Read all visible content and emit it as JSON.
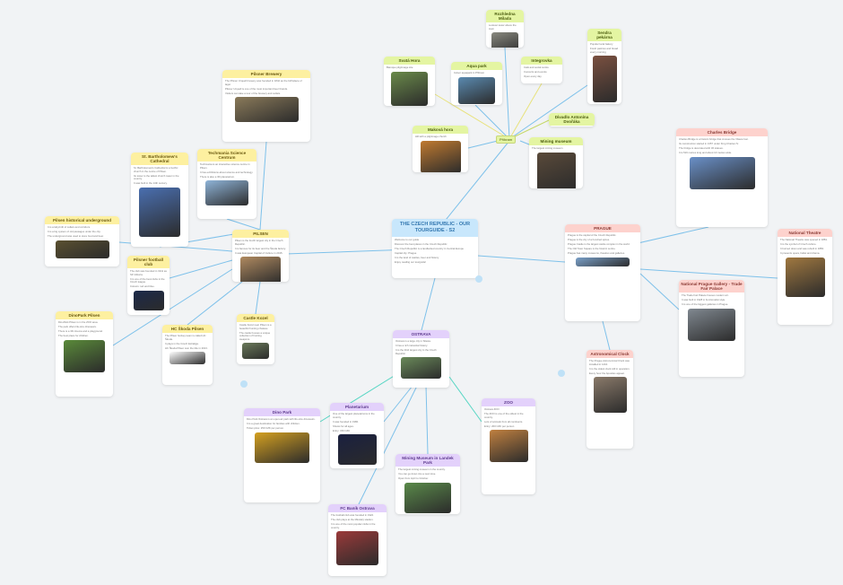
{
  "center": {
    "title": "THE CZECH REPUBLIC - OUR TOURGUIDE - S2",
    "lines": [
      "Welcome to our guide",
      "Discover the best places in the Czech Republic",
      "The Czech Republic is a landlocked country in Central Europe",
      "Capital city: Prague",
      "It is the land of castles, beer and history",
      "Enjoy reading our tourguide!"
    ]
  },
  "hub_pribram": {
    "label": "Příbram"
  },
  "cards": [
    {
      "id": "pilsen-brewery",
      "theme": "yellow",
      "title": "Pilsner Brewery",
      "lines": [
        "The Pilsner Urquell brewery was founded in 1842 as the birthplace of lager.",
        "Pilsner Urquell is one of the most important beer brands.",
        "Visitors can take a tour of the brewery and cellars."
      ],
      "img": "#8a7a5a"
    },
    {
      "id": "st-bartholomew",
      "theme": "yellow",
      "title": "St. Bartholomew's Cathedral",
      "lines": [
        "St. Bartholomew's Cathedral is a Gothic church in the centre of Pilsen.",
        "Its tower is the tallest church tower in the country.",
        "It was built in the 14th century."
      ],
      "img": "#4a6fb0"
    },
    {
      "id": "techmania",
      "theme": "yellow",
      "title": "Techmania Science Centrum",
      "lines": [
        "Techmania is an interactive science centre in Pilsen.",
        "It has exhibitions about science and technology.",
        "There is also a 3D planetarium."
      ],
      "img": "#8fb4d8"
    },
    {
      "id": "pilsen-underground",
      "theme": "yellow",
      "title": "Pilsen historical underground",
      "lines": [
        "It is a labyrinth of cellars and corridors.",
        "It is a big system of old passages under the city.",
        "The underground was used to store food and beer."
      ],
      "img": "#5a5030"
    },
    {
      "id": "pilsen-football",
      "theme": "yellow",
      "title": "Pilsner football club",
      "lines": [
        "The club was founded in 1911 as SK Viktoria.",
        "It is one of the best clubs in the Czech league.",
        "Colours: red and blue."
      ],
      "img": "#1c2a4a"
    },
    {
      "id": "pilsen",
      "theme": "yellow",
      "title": "PILSEN",
      "lines": [
        "Pilsen is the fourth largest city in the Czech Republic.",
        "It is famous for its beer and the Škoda factory.",
        "It was European Capital of Culture in 2015."
      ],
      "img": "#b08a60"
    },
    {
      "id": "castle-kozel",
      "theme": "yellow",
      "title": "Castle Kozel",
      "lines": [
        "Castle Kozel near Pilsen is a beautiful hunting chateau.",
        "The castle houses a unique collection of hunting weapons."
      ],
      "img": "#6a7a5a"
    },
    {
      "id": "hc-skoda",
      "theme": "yellow",
      "title": "HC Škoda Pilsen",
      "lines": [
        "The Pilsen hockey team is called HC Škoda.",
        "It plays in the Czech Extraliga.",
        "HC Škoda Pilsen won the title in 2013."
      ],
      "img": "#ffffff"
    },
    {
      "id": "dinopark-pilsen",
      "theme": "yellow",
      "title": "DinoPark Pilsen",
      "lines": [
        "DinoPark Pilsen is in the ZOO area.",
        "The park offers life-size dinosaurs.",
        "There is a 3D cinema and a playground.",
        "The best place for children."
      ],
      "img": "#5a8a3a"
    },
    {
      "id": "rozhledna",
      "theme": "green",
      "title": "Rozhledna Milada",
      "lines": [
        "Lookout tower above the town"
      ],
      "img": "#8a8a80"
    },
    {
      "id": "svata-hora",
      "theme": "green",
      "title": "Svatá Hora",
      "lines": [
        "Baroque pilgrimage site"
      ],
      "img": "#6a8a4a"
    },
    {
      "id": "aqua-park",
      "theme": "green",
      "title": "Aqua park",
      "lines": [
        "Indoor aquapark in Příbram"
      ],
      "img": "#5a8ab0"
    },
    {
      "id": "integrovka",
      "theme": "green",
      "title": "Integrovka",
      "lines": [
        "Café and social centre",
        "Concerts and events",
        "Open every day"
      ],
      "img": ""
    },
    {
      "id": "sendra",
      "theme": "green",
      "title": "Sendra pekárna",
      "lines": [
        "Popular local bakery",
        "Fresh pastries and bread every morning"
      ],
      "img": "#7a5040"
    },
    {
      "id": "divadlo",
      "theme": "green",
      "title": "Divadlo Antonína Dvořáka",
      "lines": [
        "Theatre in Příbram"
      ],
      "img": ""
    },
    {
      "id": "makova-hora",
      "theme": "green",
      "title": "Maková hora",
      "lines": [
        "Hill with a pilgrimage church"
      ],
      "img": "#c07a30"
    },
    {
      "id": "mining-museum",
      "theme": "green",
      "title": "Mining museum",
      "lines": [
        "The largest mining museum"
      ],
      "img": "#5a4a3a"
    },
    {
      "id": "prague",
      "theme": "pink",
      "title": "PRAGUE",
      "lines": [
        "Prague is the capital of the Czech Republic.",
        "Prague is the city of a hundred spires.",
        "Prague Castle is the largest castle complex in the world.",
        "The Old Town Square is the historic centre.",
        "Prague has many museums, theatres and galleries."
      ],
      "img": "#7aa0c8"
    },
    {
      "id": "charles-bridge",
      "theme": "pink",
      "title": "Charles Bridge",
      "lines": [
        "Charles Bridge is a historic bridge that crosses the Vltava river.",
        "Its construction started in 1357 under King Charles IV.",
        "The bridge is decorated with 30 statues.",
        "It is 516 metres long and about 10 metres wide."
      ],
      "img": "#6a90c8"
    },
    {
      "id": "national-theatre",
      "theme": "pink",
      "title": "National Theatre",
      "lines": [
        "The National Theatre was opened in 1881.",
        "It is the symbol of Czech culture.",
        "It burned down and was rebuilt in 1883.",
        "It presents opera, ballet and drama."
      ],
      "img": "#a07840"
    },
    {
      "id": "national-gallery",
      "theme": "pink",
      "title": "National Prague Gallery - Trade Fair Palace",
      "lines": [
        "The Trade Fair Palace houses modern art.",
        "It was built in 1928 in functionalist style.",
        "It is one of the biggest galleries in Prague."
      ],
      "img": "#808890"
    },
    {
      "id": "astronomical-clock",
      "theme": "pink",
      "title": "Astronomical Clock",
      "lines": [
        "The Prague Astronomical Clock was installed in 1410.",
        "It is the oldest clock still in operation.",
        "Every hour the Apostles appear."
      ],
      "img": "#8a7a6a"
    },
    {
      "id": "ostrava",
      "theme": "purple",
      "title": "OSTRAVA",
      "lines": [
        "Ostrava is a large city in Silesia.",
        "It has a rich industrial history.",
        "It is the third largest city in the Czech Republic."
      ],
      "img": "#6a8a5a"
    },
    {
      "id": "dino-park-ostrava",
      "theme": "purple",
      "title": "Dino Park",
      "lines": [
        "Dino Park Ostrava is an open-air park with life-size dinosaurs.",
        "It is a great destination for families with children.",
        "Ticket price: 250 CZK per person."
      ],
      "img": "#d4a020"
    },
    {
      "id": "planetarium",
      "theme": "purple",
      "title": "Planetarium",
      "lines": [
        "One of the largest planetariums in the country.",
        "It was founded in 1980.",
        "Shows for all ages.",
        "Entry: 150 CZK"
      ],
      "img": "#1a2040"
    },
    {
      "id": "landek-park",
      "theme": "purple",
      "title": "Mining Museum in Landek Park",
      "lines": [
        "The largest mining museum in the country.",
        "You can go down into a real mine.",
        "Open from April to October."
      ],
      "img": "#5a8a4a"
    },
    {
      "id": "zoo",
      "theme": "purple",
      "title": "ZOO",
      "lines": [
        "Ostrava ZOO",
        "The ZOO is one of the oldest in the country.",
        "Lots of animals from all continents.",
        "Entry: 200 CZK per person"
      ],
      "img": "#c08040"
    },
    {
      "id": "fc-banik",
      "theme": "purple",
      "title": "FC Baník Ostrava",
      "lines": [
        "The football club was founded in 1922.",
        "The club plays at the Městský stadion.",
        "It is one of the most popular clubs in the country."
      ],
      "img": "#9a3a3a"
    }
  ],
  "colors": {
    "edge_blue": "#7ec1ea",
    "edge_yellow": "#e8e27c",
    "edge_teal": "#58d6c4",
    "edge_green": "#c6d86a"
  }
}
